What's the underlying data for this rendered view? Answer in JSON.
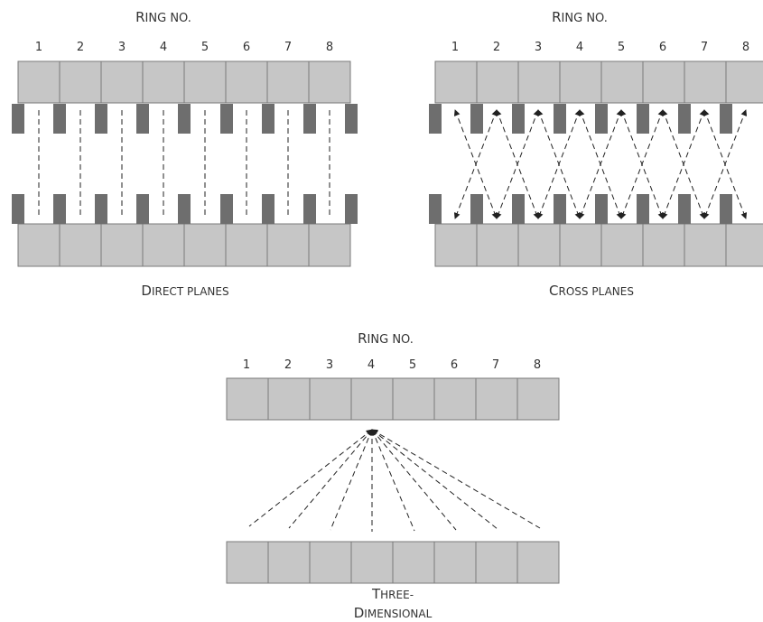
{
  "panels": [
    {
      "id": "direct",
      "ring_label": "Ring no.",
      "ring_numbers": [
        "1",
        "2",
        "3",
        "4",
        "5",
        "6",
        "7",
        "8"
      ],
      "caption": "Direct planes"
    },
    {
      "id": "cross",
      "ring_label": "Ring no.",
      "ring_numbers": [
        "1",
        "2",
        "3",
        "4",
        "5",
        "6",
        "7",
        "8"
      ],
      "caption": "Cross planes"
    },
    {
      "id": "three-d",
      "ring_label": "Ring no.",
      "ring_numbers": [
        "1",
        "2",
        "3",
        "4",
        "5",
        "6",
        "7",
        "8"
      ],
      "caption_lines": [
        "Three-",
        "Dimensional"
      ]
    }
  ]
}
